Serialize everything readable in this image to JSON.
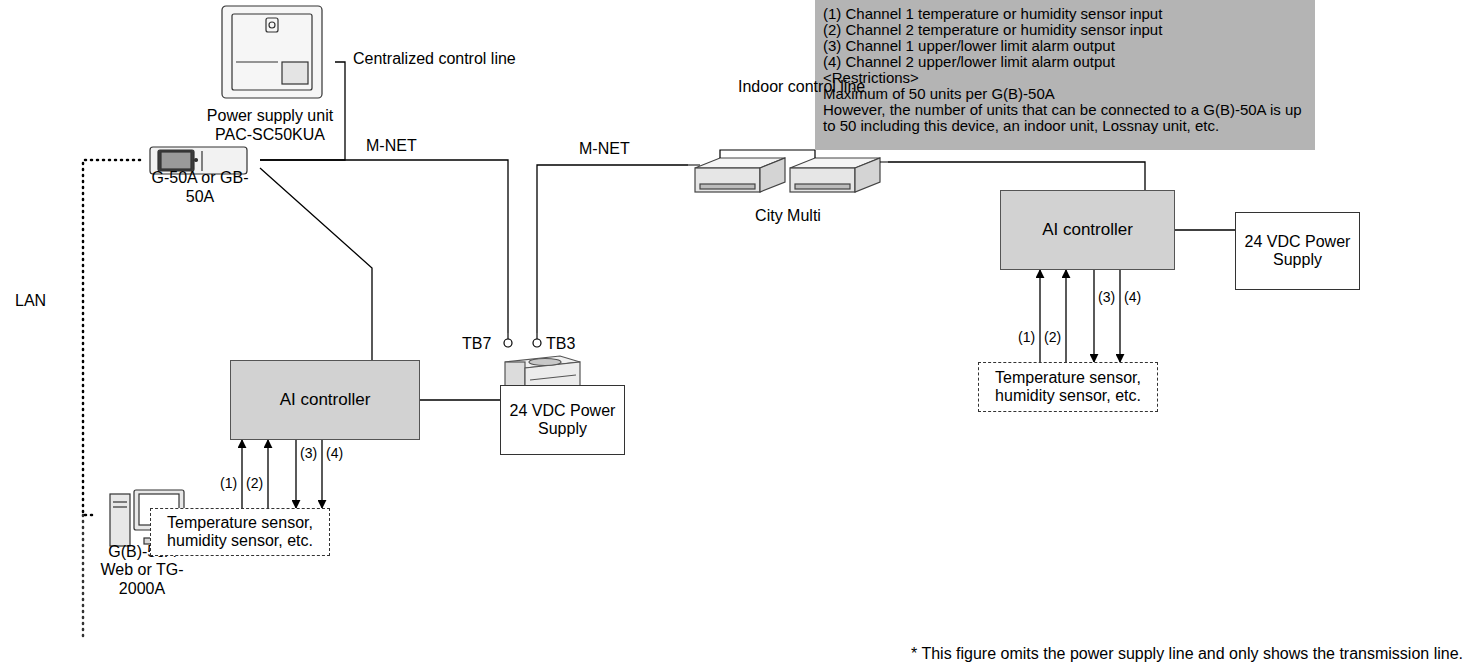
{
  "diagram": {
    "nodes": [
      {
        "text": [
          "Power supply unit PAC-SC50KUA"
        ]
      },
      {
        "text": [
          "G-50A or GB-50A"
        ]
      },
      {
        "text": [
          "G(B)-50A Web or TG-2000A"
        ]
      },
      {
        "text": [
          "TB7",
          "TB3"
        ]
      },
      {
        "text": [
          "City Multi"
        ]
      },
      {
        "text": [
          "AI controller"
        ]
      },
      {
        "text": [
          "24 VDC Power Supply"
        ]
      },
      {
        "text": [
          "Temperature sensor, humidity sensor, etc."
        ]
      },
      {
        "text": [
          "AI controller"
        ]
      },
      {
        "text": [
          "24 VDC Power Supply"
        ]
      },
      {
        "text": [
          "Temperature sensor, humidity sensor, etc."
        ]
      },
      {
        "text": [
          "(1) Channel 1 temperature or humidity sensor input",
          "(2) Channel 2 temperature or humidity sensor input",
          "(3) Channel 1 upper/lower limit alarm output",
          "(4) Channel 2 upper/lower limit alarm output",
          "<Restrictions>",
          "Maximum of 50 units per G(B)-50A",
          "However, the number of units that can be connected to a G(B)-50A is up to 50 including this device, an indoor unit, Lossnay unit, etc."
        ]
      }
    ],
    "edges": [
      {
        "from": 0,
        "to": 1,
        "arrow": "none",
        "label": "Centralized control line"
      },
      {
        "from": 1,
        "to": 3,
        "arrow": "none",
        "label": "M-NET"
      },
      {
        "from": 3,
        "to": 4,
        "arrow": "none",
        "label": "M-NET"
      },
      {
        "from": 4,
        "to": 8,
        "arrow": "none"
      },
      {
        "from": 1,
        "to": 5,
        "arrow": "none"
      },
      {
        "from": 1,
        "to": 2,
        "arrow": "none"
      },
      {
        "from": 5,
        "to": 6,
        "arrow": "none"
      },
      {
        "from": 8,
        "to": 9,
        "arrow": "none"
      },
      {
        "from": 7,
        "to": 5,
        "arrow": "to",
        "label": "(1)"
      },
      {
        "from": 7,
        "to": 5,
        "arrow": "to",
        "label": "(2)"
      },
      {
        "from": 5,
        "to": 7,
        "arrow": "to",
        "label": "(3)"
      },
      {
        "from": 5,
        "to": 7,
        "arrow": "to",
        "label": "(4)"
      },
      {
        "from": 10,
        "to": 8,
        "arrow": "to",
        "label": "(1)"
      },
      {
        "from": 10,
        "to": 8,
        "arrow": "to",
        "label": "(2)"
      },
      {
        "from": 8,
        "to": 10,
        "arrow": "to",
        "label": "(3)"
      },
      {
        "from": 8,
        "to": 10,
        "arrow": "to",
        "label": "(4)"
      }
    ],
    "labels": [
      "LAN",
      "Indoor control line",
      "* This figure omits the power supply line and only shows the transmission line."
    ]
  }
}
